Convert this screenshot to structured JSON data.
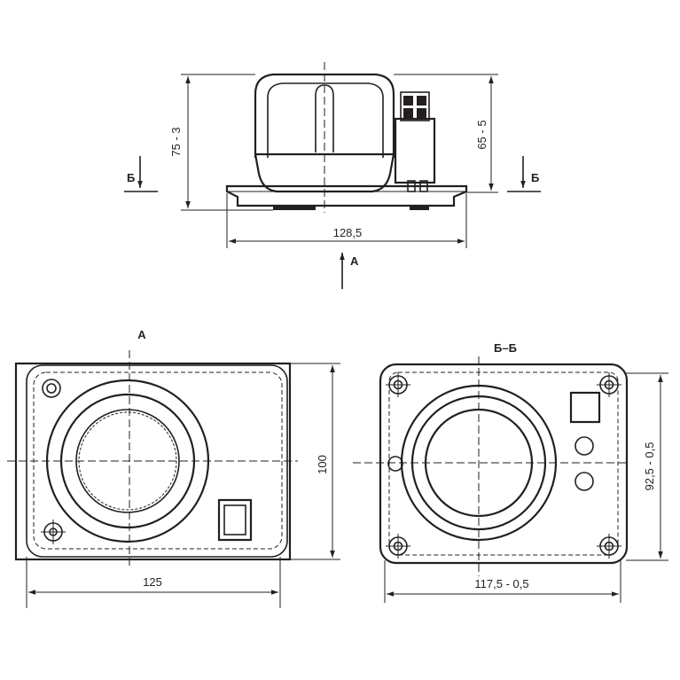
{
  "labels": {
    "view_a": "А",
    "section_bb": "Б–Б",
    "section_mark_left": "Б",
    "section_mark_right": "Б",
    "arrow_a": "А"
  },
  "dimensions": {
    "side_height": "75 - 3",
    "side_inner_height": "65 - 5",
    "side_width": "128,5",
    "front_width": "125",
    "front_height": "100",
    "section_width": "117,5 - 0,5",
    "section_height": "92,5 - 0,5"
  }
}
